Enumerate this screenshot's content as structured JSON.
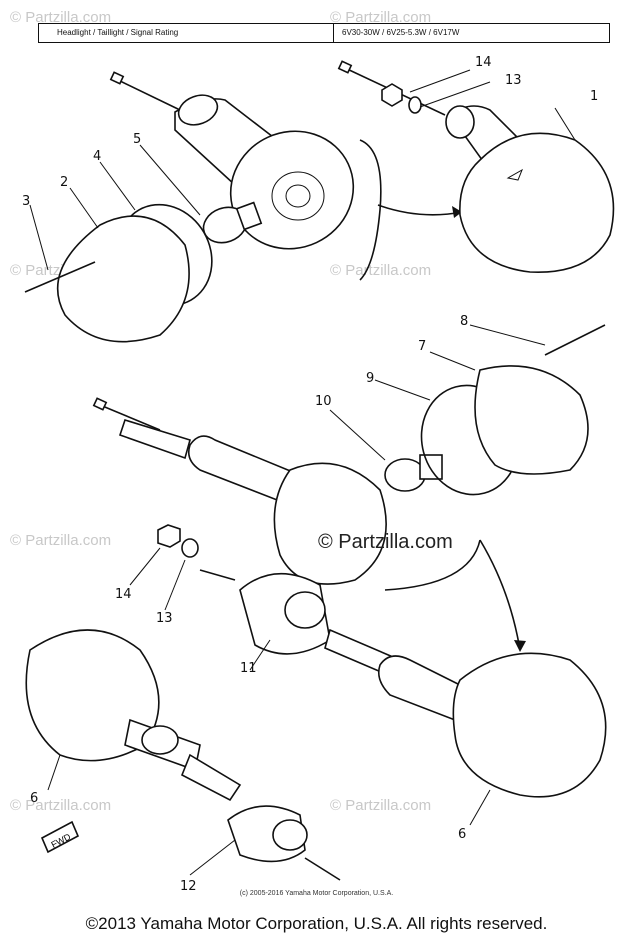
{
  "rating": {
    "label": "Headlight / Taillight / Signal Rating",
    "value": "6V30-30W / 6V25-5.3W / 6V17W"
  },
  "callouts": {
    "c1": "1",
    "c2": "2",
    "c3": "3",
    "c4": "4",
    "c5": "5",
    "c6a": "6",
    "c6b": "6",
    "c7": "7",
    "c8": "8",
    "c9": "9",
    "c10": "10",
    "c11": "11",
    "c12": "12",
    "c13a": "13",
    "c13b": "13",
    "c14a": "14",
    "c14b": "14"
  },
  "fwd_label": "FWD",
  "watermark": "© Partzilla.com",
  "copyright_small": "(c) 2005-2016 Yamaha Motor Corporation, U.S.A.",
  "copyright": "©2013 Yamaha Motor Corporation, U.S.A. All rights reserved."
}
